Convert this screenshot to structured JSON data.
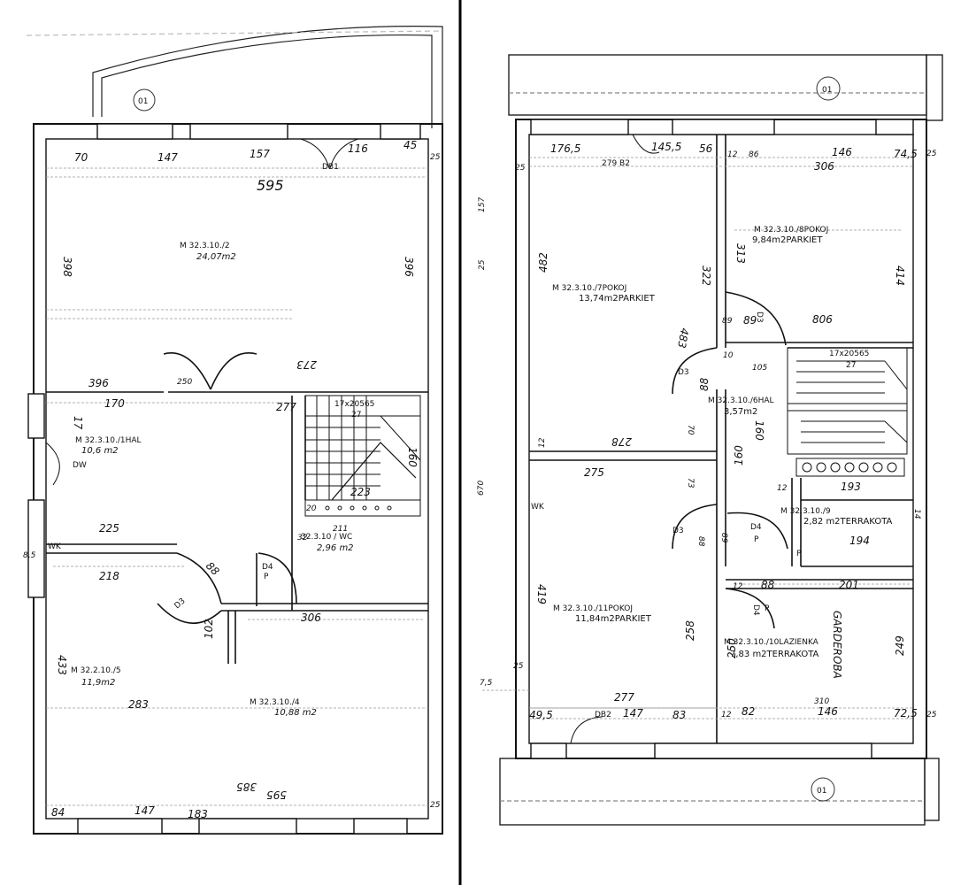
{
  "sheets": [
    {
      "id": "ground",
      "labels": {
        "marker": "01",
        "door_tag": "DB1",
        "stair": "17x20565",
        "stair_count": "27",
        "dw": "DW",
        "wk": "WK",
        "d4": "D4",
        "p": "P",
        "d3": "D3"
      },
      "rooms": [
        {
          "key": "r1",
          "code": "M 32.3.10./2",
          "area": "24,07m2"
        },
        {
          "key": "r2",
          "code": "M 32.3.10./1HAL",
          "area": "10,6 m2"
        },
        {
          "key": "r3",
          "code": "32.3.10 / WC",
          "area": "2,96 m2"
        },
        {
          "key": "r4",
          "code": "M 32.2.10./5",
          "area": "11,9m2"
        },
        {
          "key": "r5",
          "code": "M 32.3.10./4",
          "area": "10,88 m2"
        }
      ],
      "dims": {
        "d70": "70",
        "d147": "147",
        "d157": "157",
        "d116": "116",
        "d45": "45",
        "d25a": "25",
        "d595": "595",
        "d398": "398",
        "d396": "396",
        "d170": "170",
        "d250": "250",
        "d277": "277",
        "d88": "88",
        "d396b": "396",
        "d273": "273",
        "d17": "17",
        "d223": "223",
        "d160": "160",
        "d225": "225",
        "d218": "218",
        "d211": "211",
        "d306": "306",
        "d102": "102",
        "d433": "433",
        "d283": "283",
        "d385": "385",
        "d595b": "595",
        "d84": "84",
        "d147b": "147",
        "d183": "183",
        "d25b": "25",
        "d20": "20",
        "d32": "32",
        "d85": "8,5"
      }
    },
    {
      "id": "upper",
      "labels": {
        "marker_top": "01",
        "marker_bottom": "01",
        "db2_top": "279 B2",
        "db2_bottom": "DB2",
        "stair": "17x20565",
        "stair_count": "27",
        "wk": "WK",
        "d3a": "D3",
        "d3b": "D3",
        "d3c": "D3",
        "d4a": "D4",
        "d4b": "D4",
        "p1": "P",
        "p2": "P",
        "p3": "P",
        "garderoba": "GARDEROBA"
      },
      "rooms": [
        {
          "key": "u1",
          "code": "M 32.3.10./8POKOJ",
          "area": "9,84m2PARKIET"
        },
        {
          "key": "u2",
          "code": "M 32.3.10./7POKOJ",
          "area": "13,74m2PARKIET"
        },
        {
          "key": "u3",
          "code": "M 32.3.10./6HAL",
          "area": "3,57m2"
        },
        {
          "key": "u4",
          "code": "M 32.3.10./9",
          "area": "2,82 m2TERRAKOTA"
        },
        {
          "key": "u5",
          "code": "M 32.3.10./11POKOJ",
          "area": "11,84m2PARKIET"
        },
        {
          "key": "u6",
          "code": "M 32.3.10./10LAZIENKA",
          "area": "7,83 m2TERRAKOTA"
        }
      ],
      "dims": {
        "d176": "176,5",
        "d145": "145,5",
        "d56": "56",
        "d12a": "12",
        "d86": "86",
        "d146": "146",
        "d745": "74,5",
        "d25a": "25",
        "d306": "306",
        "d25b": "25",
        "d157": "157",
        "d25c": "25",
        "d482": "482",
        "d322": "322",
        "d313": "313",
        "d414": "414",
        "d483": "483",
        "d89a": "89",
        "d89b": "89",
        "d806": "806",
        "d10": "10",
        "d105": "105",
        "d88a": "88",
        "d70": "70",
        "d160a": "160",
        "d278": "278",
        "d12b": "12",
        "d275": "275",
        "d73": "73",
        "d160b": "160",
        "d193": "193",
        "d12c": "12",
        "d194": "194",
        "d14": "14",
        "d670": "670",
        "d419": "419",
        "d88b": "88",
        "d89c": "89",
        "d88c": "88",
        "d201": "201",
        "d12d": "12",
        "d258": "258",
        "d250": "250",
        "d249": "249",
        "d277": "277",
        "d310": "310",
        "d495": "49,5",
        "d147": "147",
        "d83": "83",
        "d12e": "12",
        "d82": "82",
        "d146b": "146",
        "d725": "72,5",
        "d25d": "25",
        "d25e": "25",
        "d75": "7,5"
      }
    }
  ],
  "colors": {
    "ink": "#111111",
    "paper": "#ffffff",
    "faint": "#9a9a9a"
  }
}
